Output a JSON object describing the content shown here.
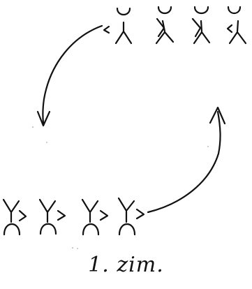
{
  "caption": "1. zim.",
  "colors": {
    "ink": "#111111",
    "paper": "#ffffff"
  },
  "figures": {
    "top_row": {
      "count": 4,
      "pose": "arms-up-facing-left"
    },
    "bottom_row": {
      "count": 4,
      "pose": "arms-up-facing-right"
    }
  },
  "arrows": [
    {
      "from": "top-row",
      "to": "bottom-row",
      "direction": "counter-clockwise-left"
    },
    {
      "from": "bottom-row",
      "to": "top-row",
      "direction": "counter-clockwise-right"
    }
  ]
}
